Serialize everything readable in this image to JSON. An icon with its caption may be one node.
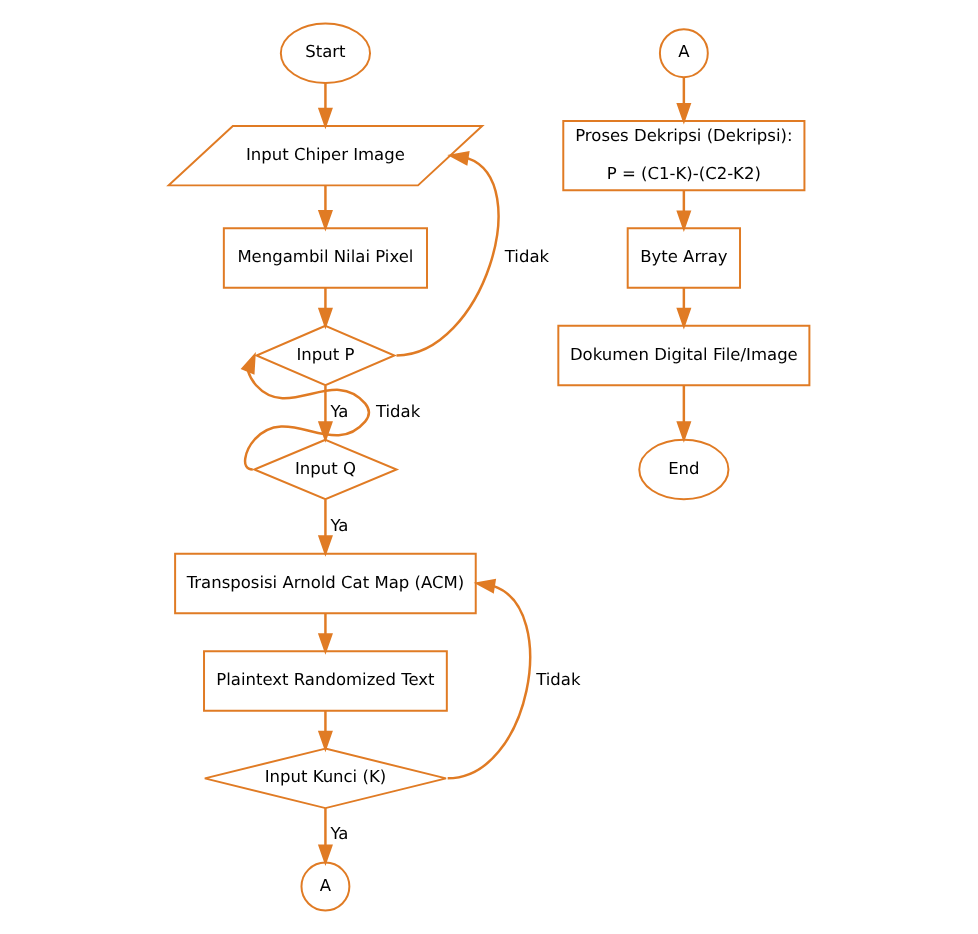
{
  "diagram": {
    "nodes": [
      {
        "text": [
          "Start"
        ]
      },
      {
        "text": [
          "Input Chiper Image"
        ]
      },
      {
        "text": [
          "Mengambil Nilai Pixel"
        ]
      },
      {
        "text": [
          "Input P"
        ]
      },
      {
        "text": [
          "Input Q"
        ]
      },
      {
        "text": [
          "Transposisi Arnold Cat Map (ACM)"
        ]
      },
      {
        "text": [
          "Plaintext Randomized Text"
        ]
      },
      {
        "text": [
          "Input Kunci (K)"
        ]
      },
      {
        "text": [
          "A"
        ]
      },
      {
        "text": [
          "A"
        ]
      },
      {
        "text": [
          "Proses Dekripsi (Dekripsi):",
          "P = (C1-K)-(C2-K2)"
        ]
      },
      {
        "text": [
          "Byte Array"
        ]
      },
      {
        "text": [
          "Dokumen Digital File/Image"
        ]
      },
      {
        "text": [
          "End"
        ]
      }
    ],
    "edges": [
      {
        "from": 0,
        "to": 1,
        "arrow": "to"
      },
      {
        "from": 1,
        "to": 2,
        "arrow": "to"
      },
      {
        "from": 2,
        "to": 3,
        "arrow": "to"
      },
      {
        "from": 3,
        "to": 1,
        "arrow": "to",
        "label": "Tidak"
      },
      {
        "from": 3,
        "to": 4,
        "arrow": "to",
        "label": "Ya"
      },
      {
        "from": 4,
        "to": 3,
        "arrow": "to",
        "label": "Tidak"
      },
      {
        "from": 4,
        "to": 5,
        "arrow": "to",
        "label": "Ya"
      },
      {
        "from": 5,
        "to": 6,
        "arrow": "to"
      },
      {
        "from": 6,
        "to": 7,
        "arrow": "to"
      },
      {
        "from": 7,
        "to": 5,
        "arrow": "to",
        "label": "Tidak"
      },
      {
        "from": 7,
        "to": 8,
        "arrow": "to",
        "label": "Ya"
      },
      {
        "from": 9,
        "to": 10,
        "arrow": "to"
      },
      {
        "from": 10,
        "to": 11,
        "arrow": "to"
      },
      {
        "from": 11,
        "to": 12,
        "arrow": "to"
      },
      {
        "from": 12,
        "to": 13,
        "arrow": "to"
      }
    ]
  }
}
